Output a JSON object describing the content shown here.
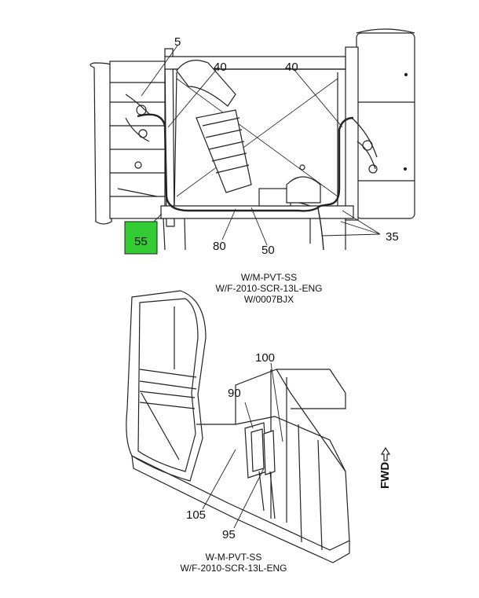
{
  "top_callouts": {
    "c5": "5",
    "c40a": "40",
    "c40b": "40",
    "c55": "55",
    "c80": "80",
    "c50": "50",
    "c35": "35"
  },
  "top_caption": [
    "W/M-PVT-SS",
    "W/F-2010-SCR-13L-ENG",
    "W/0007BJX"
  ],
  "bottom_callouts": {
    "c100": "100",
    "c90": "90",
    "c105": "105",
    "c95": "95"
  },
  "bottom_caption": [
    "W-M-PVT-SS",
    "W/F-2010-SCR-13L-ENG"
  ],
  "fwd_label": "FWD",
  "highlight_color": "#33cc33"
}
